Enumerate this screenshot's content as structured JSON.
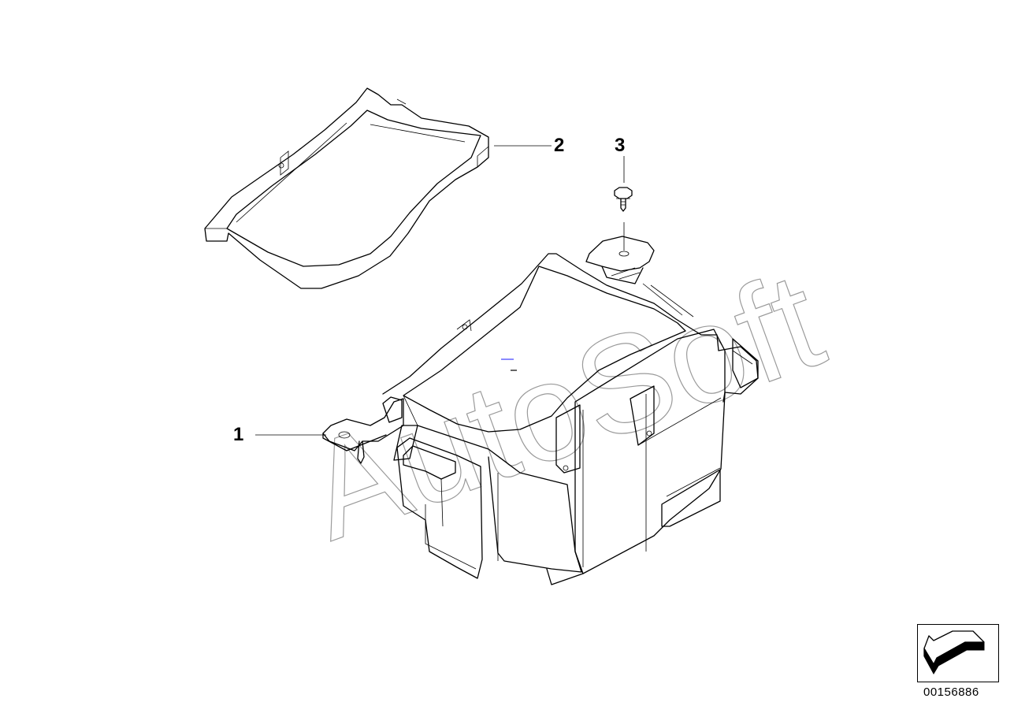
{
  "callouts": {
    "part_1": "1",
    "part_2": "2",
    "part_3": "3"
  },
  "diagram_number": "00156886",
  "watermark": "AutoSoft",
  "icons": {
    "navigation": "diagonal-arrow-icon"
  },
  "colors": {
    "line": "#000000",
    "watermark": "#9a9a9a",
    "marker": "#8a8aff"
  }
}
